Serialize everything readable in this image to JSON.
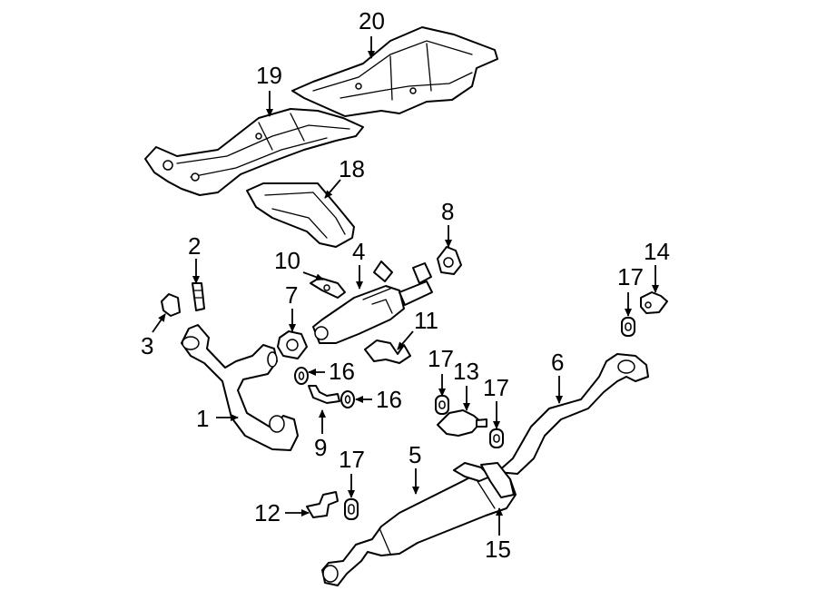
{
  "callouts": {
    "c1": "1",
    "c2": "2",
    "c3": "3",
    "c4": "4",
    "c5": "5",
    "c6": "6",
    "c7": "7",
    "c8": "8",
    "c9": "9",
    "c10": "10",
    "c11": "11",
    "c12": "12",
    "c13": "13",
    "c14": "14",
    "c15": "15",
    "c16a": "16",
    "c16b": "16",
    "c17a": "17",
    "c17b": "17",
    "c17c": "17",
    "c17d": "17",
    "c18": "18",
    "c19": "19",
    "c20": "20"
  }
}
